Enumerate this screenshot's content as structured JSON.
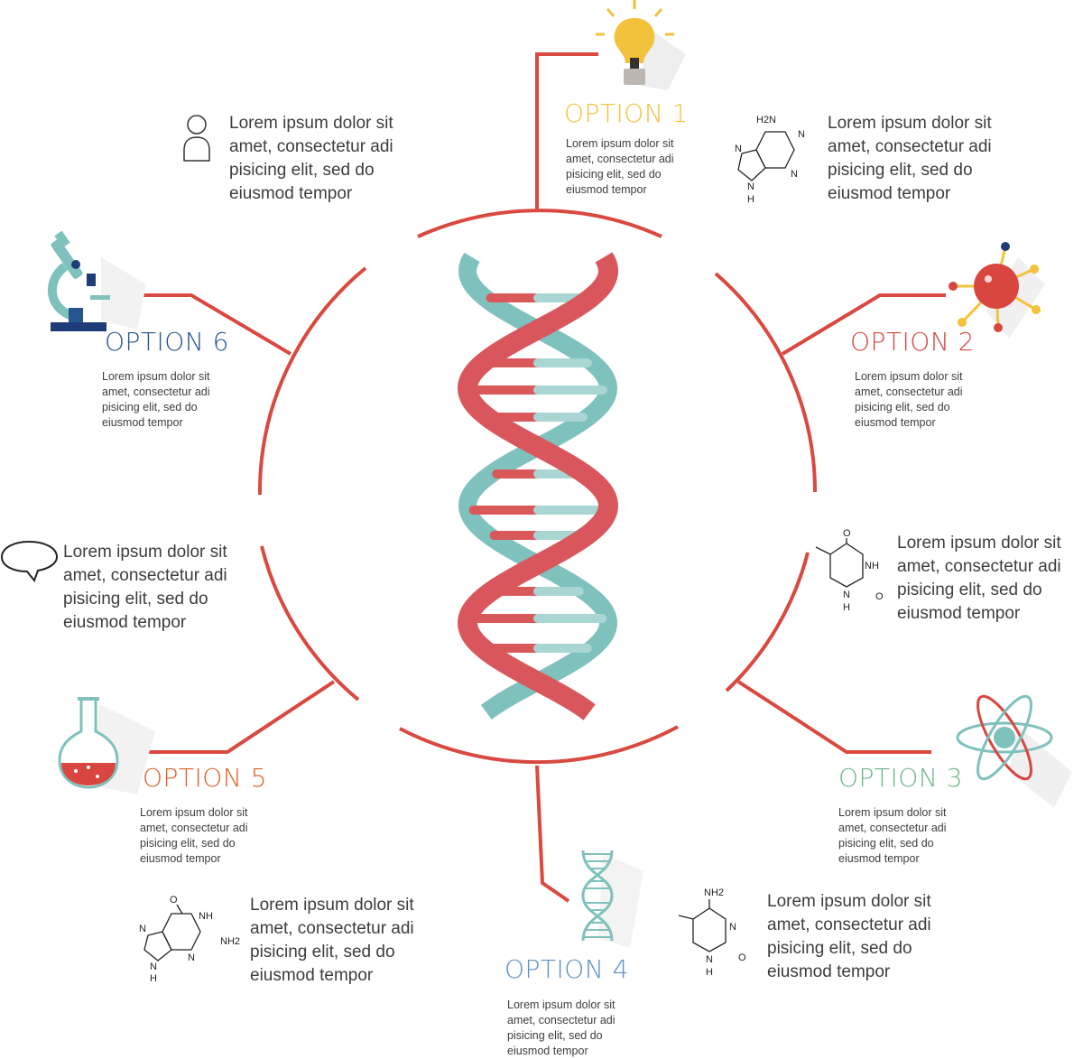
{
  "colors": {
    "line": "#d9493f",
    "option1": "#f2c23a",
    "option2": "#d9463f",
    "option3": "#6fb58a",
    "option4": "#5b8fc4",
    "option5": "#e0612b",
    "option6": "#27558f",
    "teal": "#7fc1bd"
  },
  "options": [
    {
      "title": "OPTION 1",
      "text": "Lorem ipsum dolor sit\namet, consectetur adi\npisicing elit, sed do\neiusmod tempor",
      "icon": "lightbulb-icon"
    },
    {
      "title": "OPTION 2",
      "text": "Lorem ipsum dolor sit\namet, consectetur adi\npisicing elit, sed do\neiusmod tempor",
      "icon": "molecule-icon"
    },
    {
      "title": "OPTION 3",
      "text": "Lorem ipsum dolor sit\namet, consectetur adi\npisicing elit, sed do\neiusmod tempor",
      "icon": "atom-icon"
    },
    {
      "title": "OPTION 4",
      "text": "Lorem ipsum dolor sit\namet, consectetur adi\npisicing elit, sed do\neiusmod tempor",
      "icon": "dna-icon"
    },
    {
      "title": "OPTION 5",
      "text": "Lorem ipsum dolor sit\namet, consectetur adi\npisicing elit, sed do\neiusmod tempor",
      "icon": "flask-icon"
    },
    {
      "title": "OPTION 6",
      "text": "Lorem ipsum dolor sit\namet, consectetur adi\npisicing elit, sed do\neiusmod tempor",
      "icon": "microscope-icon"
    }
  ],
  "notes": [
    {
      "text": "Lorem ipsum dolor sit\namet, consectetur adi\npisicing elit, sed do\neiusmod tempor",
      "icon": "person-icon"
    },
    {
      "text": "Lorem ipsum dolor sit\namet, consectetur adi\npisicing elit, sed do\neiusmod tempor",
      "icon": "adenine-structure-icon"
    },
    {
      "text": "Lorem ipsum dolor sit\namet, consectetur adi\npisicing elit, sed do\neiusmod tempor",
      "icon": "thymine-structure-icon"
    },
    {
      "text": "Lorem ipsum dolor sit\namet, consectetur adi\npisicing elit, sed do\neiusmod tempor",
      "icon": "cytosine-structure-icon"
    },
    {
      "text": "Lorem ipsum dolor sit\namet, consectetur adi\npisicing elit, sed do\neiusmod tempor",
      "icon": "guanine-structure-icon"
    },
    {
      "text": "Lorem ipsum dolor sit\namet, consectetur adi\npisicing elit, sed do\neiusmod tempor",
      "icon": "speech-bubble-icon"
    }
  ],
  "atoms": {
    "nh2": "NH2",
    "h2n": "H2N",
    "n": "N",
    "nh": "NH",
    "h": "H",
    "o": "O"
  }
}
